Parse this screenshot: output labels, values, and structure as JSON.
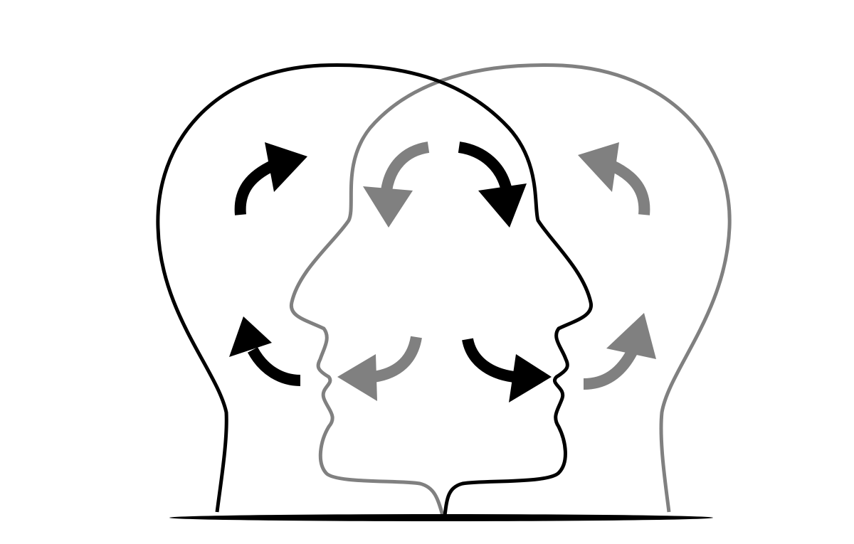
{
  "illustration": {
    "subject": "two-heads-facing-each-other",
    "colors": {
      "left_head": "#000000",
      "right_head": "#808080",
      "base": "#000000",
      "background": "#ffffff"
    },
    "arrows": {
      "black_count": 4,
      "gray_count": 4
    }
  }
}
